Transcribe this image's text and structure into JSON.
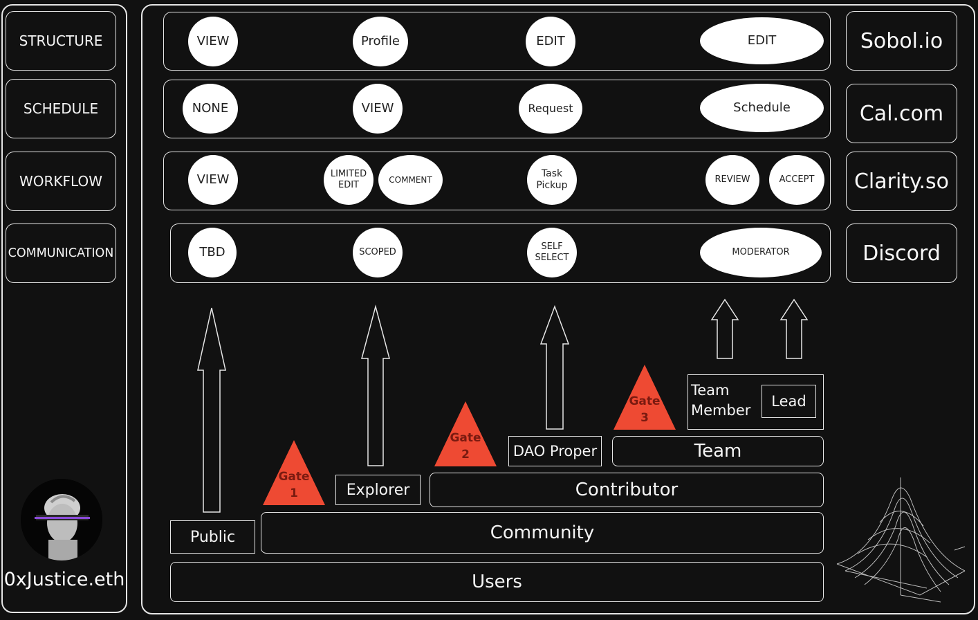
{
  "sidebar": {
    "items": [
      "STRUCTURE",
      "SCHEDULE",
      "WORKFLOW",
      "COMMUNICATION"
    ],
    "handle": "0xJustice.eth"
  },
  "tools": [
    "Sobol.io",
    "Cal.com",
    "Clarity.so",
    "Discord"
  ],
  "rows": {
    "structure": [
      "VIEW",
      "Profile",
      "EDIT",
      "EDIT"
    ],
    "schedule": [
      "NONE",
      "VIEW",
      "Request",
      "Schedule"
    ],
    "workflow": [
      "VIEW",
      "LIMITED EDIT",
      "COMMENT",
      "Task Pickup",
      "REVIEW",
      "ACCEPT"
    ],
    "communication": [
      "TBD",
      "SCOPED",
      "SELF SELECT",
      "MODERATOR"
    ]
  },
  "tiers": {
    "public": "Public",
    "explorer": "Explorer",
    "dao_proper": "DAO Proper",
    "team_member": "Team Member",
    "lead": "Lead",
    "team": "Team",
    "contributor": "Contributor",
    "community": "Community",
    "users": "Users"
  },
  "gates": [
    {
      "label": "Gate",
      "number": "1"
    },
    {
      "label": "Gate",
      "number": "2"
    },
    {
      "label": "Gate",
      "number": "3"
    }
  ],
  "colors": {
    "gate": "#ee4a33",
    "background": "#111111",
    "stroke": "#e6e6e6"
  },
  "icons": {
    "avatar": "statue-head-avatar",
    "logo": "wireframe-gaussian-surface"
  }
}
